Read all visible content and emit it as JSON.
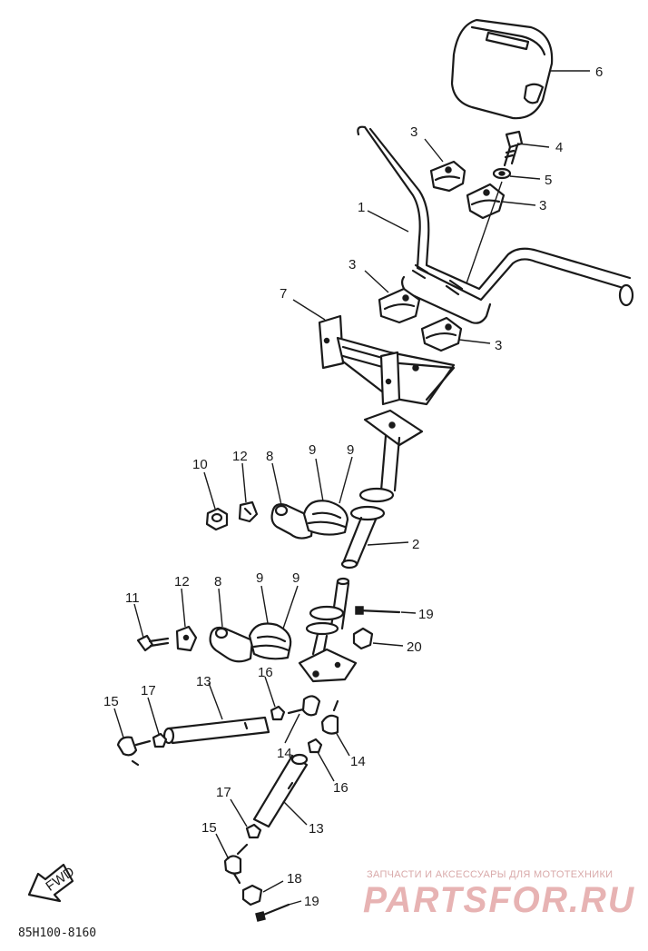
{
  "diagram": {
    "code": "85H100-8160",
    "fwd_label": "FWD",
    "callouts": [
      {
        "id": "c6",
        "text": "6"
      },
      {
        "id": "c3a",
        "text": "3"
      },
      {
        "id": "c4",
        "text": "4"
      },
      {
        "id": "c5",
        "text": "5"
      },
      {
        "id": "c3b",
        "text": "3"
      },
      {
        "id": "c1",
        "text": "1"
      },
      {
        "id": "c3c",
        "text": "3"
      },
      {
        "id": "c7",
        "text": "7"
      },
      {
        "id": "c3d",
        "text": "3"
      },
      {
        "id": "c10",
        "text": "10"
      },
      {
        "id": "c12a",
        "text": "12"
      },
      {
        "id": "c8a",
        "text": "8"
      },
      {
        "id": "c9a",
        "text": "9"
      },
      {
        "id": "c9b",
        "text": "9"
      },
      {
        "id": "c2",
        "text": "2"
      },
      {
        "id": "c11",
        "text": "11"
      },
      {
        "id": "c12b",
        "text": "12"
      },
      {
        "id": "c8b",
        "text": "8"
      },
      {
        "id": "c9c",
        "text": "9"
      },
      {
        "id": "c9d",
        "text": "9"
      },
      {
        "id": "c19a",
        "text": "19"
      },
      {
        "id": "c20",
        "text": "20"
      },
      {
        "id": "c15a",
        "text": "15"
      },
      {
        "id": "c17a",
        "text": "17"
      },
      {
        "id": "c13a",
        "text": "13"
      },
      {
        "id": "c16a",
        "text": "16"
      },
      {
        "id": "c14a",
        "text": "14"
      },
      {
        "id": "c14b",
        "text": "14"
      },
      {
        "id": "c16b",
        "text": "16"
      },
      {
        "id": "c17b",
        "text": "17"
      },
      {
        "id": "c13b",
        "text": "13"
      },
      {
        "id": "c15b",
        "text": "15"
      },
      {
        "id": "c18",
        "text": "18"
      },
      {
        "id": "c19b",
        "text": "19"
      }
    ]
  },
  "watermark": {
    "line1": "ЗАПЧАСТИ И АКСЕССУАРЫ ДЛЯ МОТОТЕХНИКИ",
    "line2": "PARTSFOR.RU"
  }
}
